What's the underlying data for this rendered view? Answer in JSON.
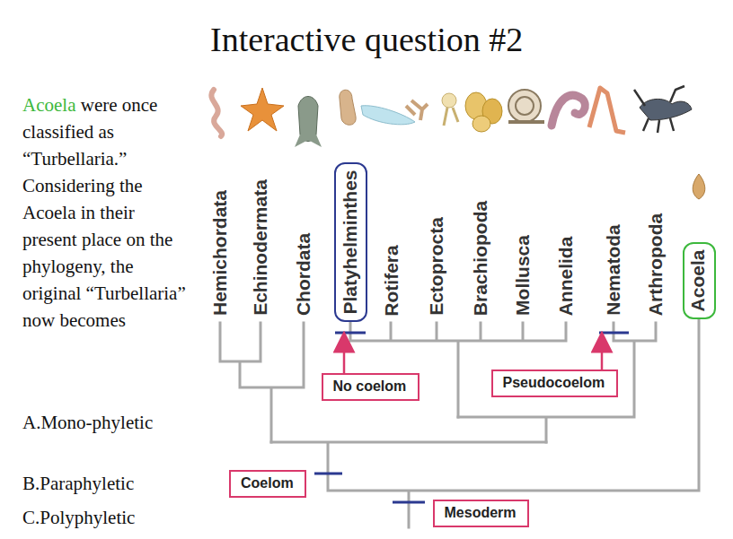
{
  "diagram": {
    "title": "Interactive question #2",
    "nodes": [
      {
        "text": [
          "Platyhelminthes"
        ]
      },
      {
        "text": [
          "Acoela"
        ]
      },
      {
        "text": [
          "Pseudocoelom"
        ]
      },
      {
        "text": [
          "No coelom"
        ]
      },
      {
        "text": [
          "Coelom"
        ]
      },
      {
        "text": [
          "Mesoderm"
        ]
      }
    ],
    "labels": [
      "Acoela",
      "were once classified as “Turbellaria.” Considering the Acoela in their present place on the phylogeny, the original “Turbellaria” now becomes",
      "A.Mono-phyletic",
      "B.Paraphyletic",
      "C.Polyphyletic",
      "Hemichordata",
      "Echinodermata",
      "Chordata",
      "Rotifera",
      "Ectoprocta",
      "Brachiopoda",
      "Mollusca",
      "Annelida",
      "Nematoda",
      "Arthropoda"
    ]
  }
}
